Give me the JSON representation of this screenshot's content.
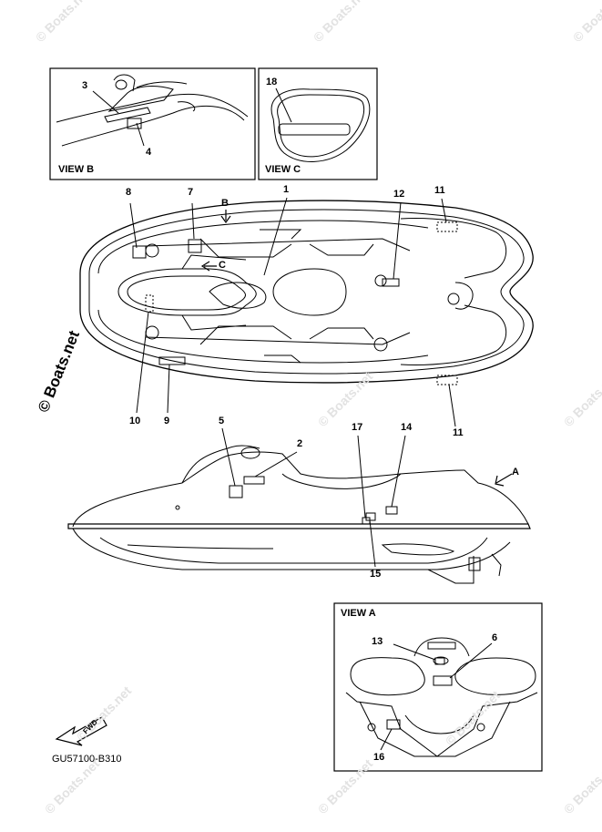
{
  "watermark": {
    "small": "© Boats.net",
    "large": "© Boats.net"
  },
  "views": {
    "view_b": "VIEW B",
    "view_c": "VIEW C",
    "view_a": "VIEW A"
  },
  "callouts": {
    "n1": "1",
    "n2": "2",
    "n3": "3",
    "n4": "4",
    "n5": "5",
    "n6": "6",
    "n7": "7",
    "n8": "8",
    "n9": "9",
    "n10": "10",
    "n11a": "11",
    "n11b": "11",
    "n12": "12",
    "n13": "13",
    "n14": "14",
    "n15": "15",
    "n16": "16",
    "n17": "17",
    "n18": "18"
  },
  "arrows": {
    "a": "A",
    "b": "B",
    "c": "C"
  },
  "fwd_label": "FWD",
  "part_code": "GU57100-B310"
}
